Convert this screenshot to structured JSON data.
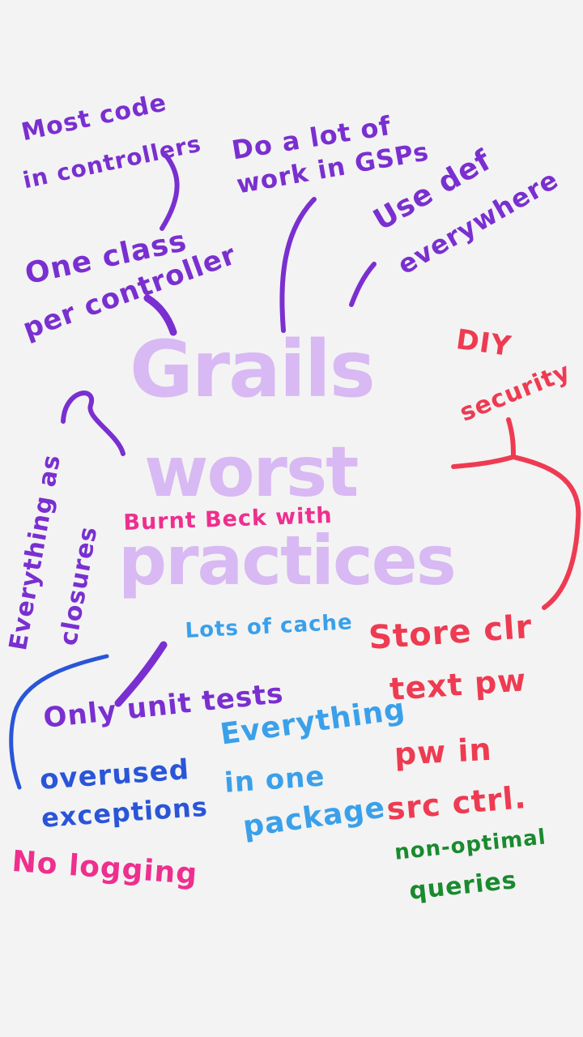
{
  "colors": {
    "background": "#f3f3f3",
    "purple": "#7a2fd0",
    "lilac": "#d6b5f3",
    "pink": "#ee2f8e",
    "red": "#ee3b52",
    "blue": "#2a55d8",
    "sky_blue": "#3aa0ea",
    "green": "#1a8a2e"
  },
  "title": {
    "line1": "Grails",
    "line2": "worst",
    "line3": "practices"
  },
  "notes": {
    "most_code_line1": "Most code",
    "most_code_line2": "in controllers",
    "do_a_lot_line1": "Do a lot of",
    "do_a_lot_line2": "work in GSPs",
    "use_def_line1": "Use def",
    "use_def_line2": "everywhere",
    "one_class_line1": "One class",
    "one_class_line2": "per controller",
    "diy_line1": "DIY",
    "diy_line2": "security",
    "closures_line1": "Everything as",
    "closures_line2": "closures",
    "burnt_beck": "Burnt Beck with",
    "cache": "Lots of cache",
    "store_clr_line1": "Store clr",
    "store_clr_line2": "text pw",
    "pw_line1": "pw in",
    "pw_line2": "src ctrl.",
    "unit_tests": "Only unit tests",
    "overused_line1": "overused",
    "overused_line2": "exceptions",
    "one_package_line1": "Everything",
    "one_package_line2": "in one",
    "one_package_line3": "package",
    "no_logging": "No logging",
    "queries_line1": "non-optimal",
    "queries_line2": "queries"
  }
}
